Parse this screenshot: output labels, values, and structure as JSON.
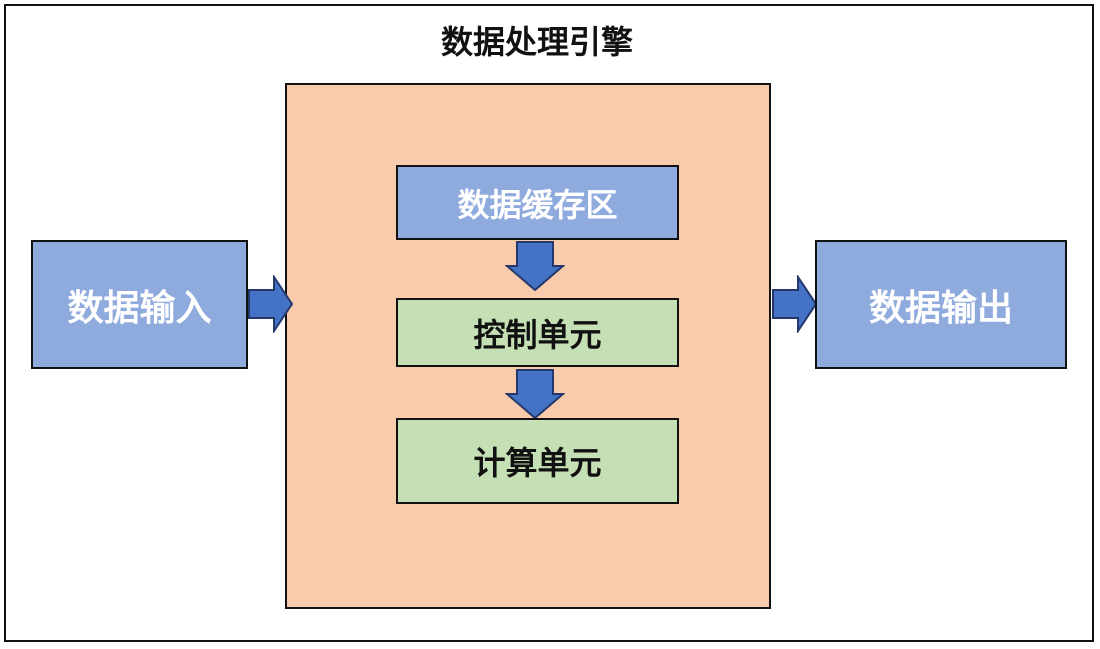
{
  "diagram": {
    "title": "数据处理引擎",
    "nodes": {
      "input": {
        "label": "数据输入"
      },
      "buffer": {
        "label": "数据缓存区"
      },
      "control": {
        "label": "控制单元"
      },
      "compute": {
        "label": "计算单元"
      },
      "output": {
        "label": "数据输出"
      }
    },
    "arrows": [
      {
        "name": "input-to-engine",
        "direction": "right"
      },
      {
        "name": "buffer-to-control",
        "direction": "down"
      },
      {
        "name": "control-to-compute",
        "direction": "down"
      },
      {
        "name": "engine-to-output",
        "direction": "right"
      }
    ],
    "colors": {
      "node_blue": "#8FAADC",
      "node_green": "#C5E0B4",
      "container_orange": "#F8CBAD",
      "arrow_fill": "#4472C4",
      "arrow_stroke": "#24386B",
      "border_dark": "#111111",
      "label_light": "#FFFFFF",
      "label_dark": "#111111"
    }
  }
}
